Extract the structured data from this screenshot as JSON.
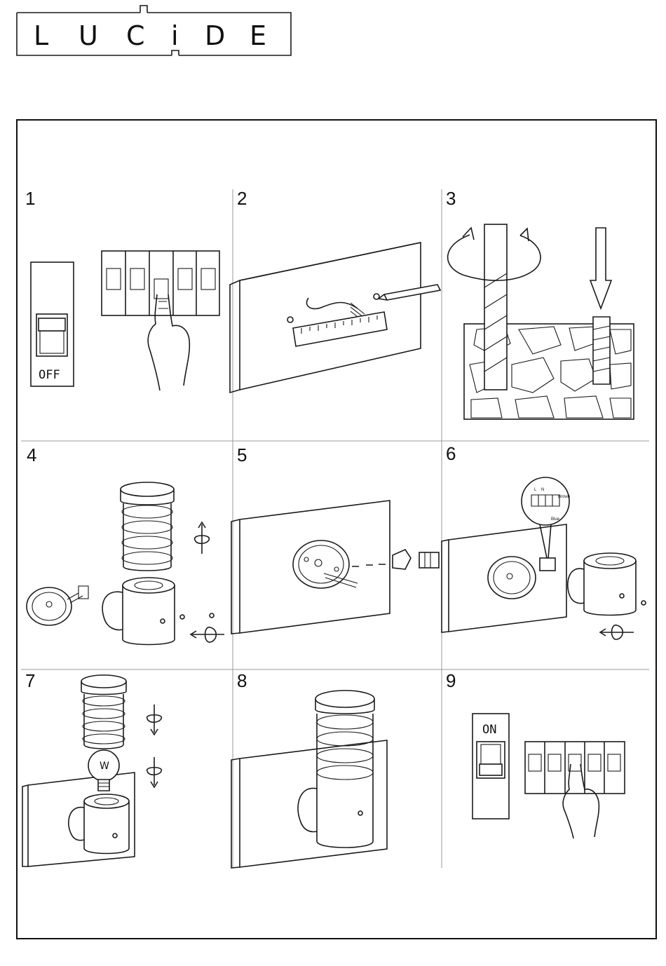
{
  "brand": {
    "logo_letters": [
      "L",
      "U",
      "C",
      "i",
      "D",
      "E"
    ]
  },
  "steps": [
    {
      "number": "1",
      "switch_label": "OFF"
    },
    {
      "number": "2"
    },
    {
      "number": "3"
    },
    {
      "number": "4"
    },
    {
      "number": "5"
    },
    {
      "number": "6",
      "wire_labels": [
        "L",
        "N",
        "Brown",
        "Blue"
      ]
    },
    {
      "number": "7",
      "bulb_label": "W"
    },
    {
      "number": "8"
    },
    {
      "number": "9",
      "switch_label": "ON"
    }
  ]
}
